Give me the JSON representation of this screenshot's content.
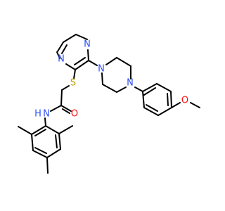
{
  "molecule": {
    "atoms": {
      "pyrazine_n1": {
        "symbol": "N",
        "color": "#3050F8"
      },
      "pyrazine_n2": {
        "symbol": "N",
        "color": "#3050F8"
      },
      "piperazine_n1": {
        "symbol": "N",
        "color": "#3050F8"
      },
      "piperazine_n2": {
        "symbol": "N",
        "color": "#3050F8"
      },
      "thioether_s": {
        "symbol": "S",
        "color": "#B8A000"
      },
      "carbonyl_o": {
        "symbol": "O",
        "color": "#FF0D0D"
      },
      "amide_n": {
        "symbol": "N",
        "color": "#3050F8"
      },
      "amide_h": {
        "symbol": "H",
        "color": "#3050F8"
      },
      "methoxy_o": {
        "symbol": "O",
        "color": "#FF0D0D"
      }
    }
  }
}
